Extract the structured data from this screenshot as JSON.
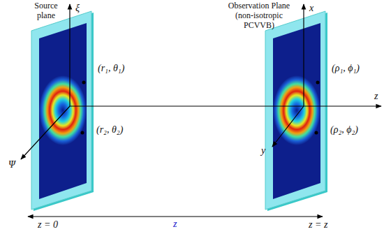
{
  "diagram": {
    "labels": [
      "Source plane",
      "ξ",
      "Ψ",
      "(r₁, θ₁)",
      "(r₂, θ₂)",
      "Observation Plane (non-isotropic PCVVB)",
      "x",
      "y",
      "z",
      "(ρ₁, ϕ₁)",
      "(ρ₂, ϕ₂)",
      "z = 0",
      "z",
      "z = z"
    ]
  }
}
